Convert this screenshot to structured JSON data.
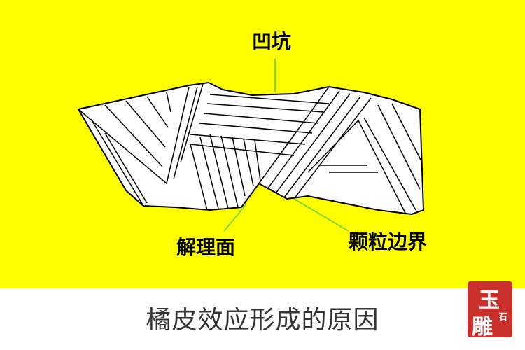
{
  "labels": {
    "pit": "凹坑",
    "cleavage_plane": "解理面",
    "grain_boundary": "颗粒边界"
  },
  "caption": "橘皮效应形成的原因",
  "seal": {
    "glyphs": [
      "玉",
      "雕",
      "石"
    ]
  },
  "colors": {
    "background": "#ffff00",
    "crystal_fill": "#ffffff",
    "lines": "#000000",
    "leader_lines": "#7fd83c",
    "seal": "#c9302c"
  }
}
